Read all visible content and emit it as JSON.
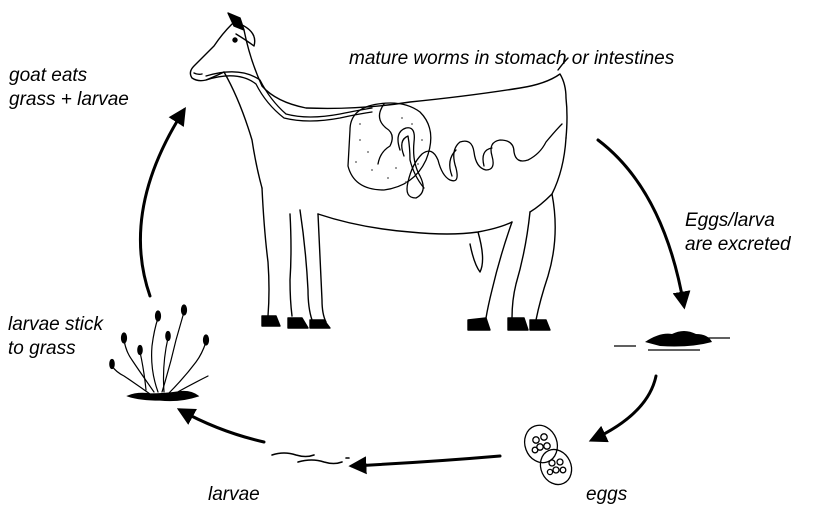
{
  "labels": {
    "goat_eats": [
      "goat eats",
      "grass + larvae"
    ],
    "mature_worms": "mature worms in stomach or intestines",
    "excreted": [
      "Eggs/larva",
      "are excreted"
    ],
    "larvae_stick": [
      "larvae stick",
      "to grass"
    ],
    "larvae": "larvae",
    "eggs": "eggs"
  },
  "colors": {
    "ink": "#000000",
    "stipple": "#555555",
    "background": "#ffffff"
  }
}
